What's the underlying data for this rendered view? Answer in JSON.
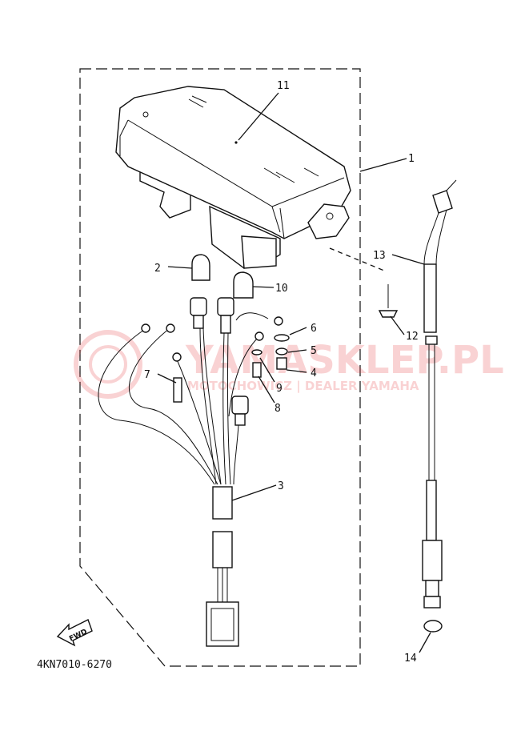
{
  "diagram": {
    "part_code": "4KN7010-6270",
    "fwd_label": "FWD",
    "callouts": [
      "1",
      "2",
      "3",
      "4",
      "5",
      "6",
      "7",
      "8",
      "9",
      "10",
      "11",
      "12",
      "13",
      "14"
    ],
    "watermark": {
      "brand": "YAMASKLEP.PL",
      "tagline": "MOTOCHOWICZ | DEALER YAMAHA",
      "color": "#e8383d"
    }
  }
}
